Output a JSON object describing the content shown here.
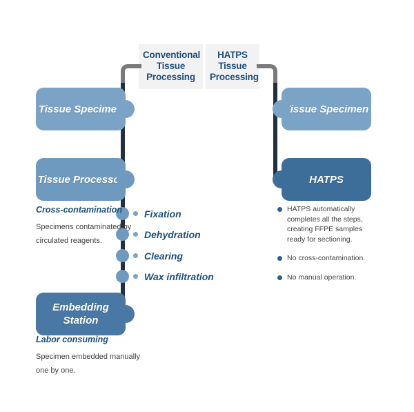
{
  "diagram": {
    "title": "Conventional Tissue Processing vs HATPS Tissue Processing workflow comparison",
    "colors": {
      "header_text": "#1d4e79",
      "header_bg": "#f2f2f2",
      "spine": "#22303f",
      "elbow": "#7a7a7a",
      "box_light": "#7ba3c6",
      "box_medium": "#6f9abf",
      "box_dark": "#4a78a4",
      "box_darkest": "#3d6d99",
      "bullet": "#7ba3c6",
      "benefit_bullet": "#2c5f8c",
      "body_text": "#3f3f3f"
    }
  },
  "headers": {
    "conventional": "Conventional Tissue Processing",
    "hatps": "HATPS Tissue Processing"
  },
  "left_column": {
    "boxes": [
      {
        "label": "Tissue Specimen"
      },
      {
        "label": "Tissue Processor"
      },
      {
        "label": "Embedding Station"
      }
    ],
    "annotations": [
      {
        "title": "Cross-contamination",
        "body": "Specimens contaminated by circulated reagents."
      },
      {
        "title": "Labor consuming",
        "body": "Specimen embedded manually one by one."
      }
    ]
  },
  "steps": [
    {
      "label": "Fixation"
    },
    {
      "label": "Dehydration"
    },
    {
      "label": "Clearing"
    },
    {
      "label": "Wax infiltration"
    }
  ],
  "right_column": {
    "boxes": [
      {
        "label": "Tissue Specimen"
      },
      {
        "label": "HATPS"
      }
    ],
    "benefits": [
      {
        "text": "HATPS automatically completes all the steps, creating FFPE samples ready for sectioning."
      },
      {
        "text": "No cross-contamination."
      },
      {
        "text": "No manual operation."
      }
    ]
  }
}
